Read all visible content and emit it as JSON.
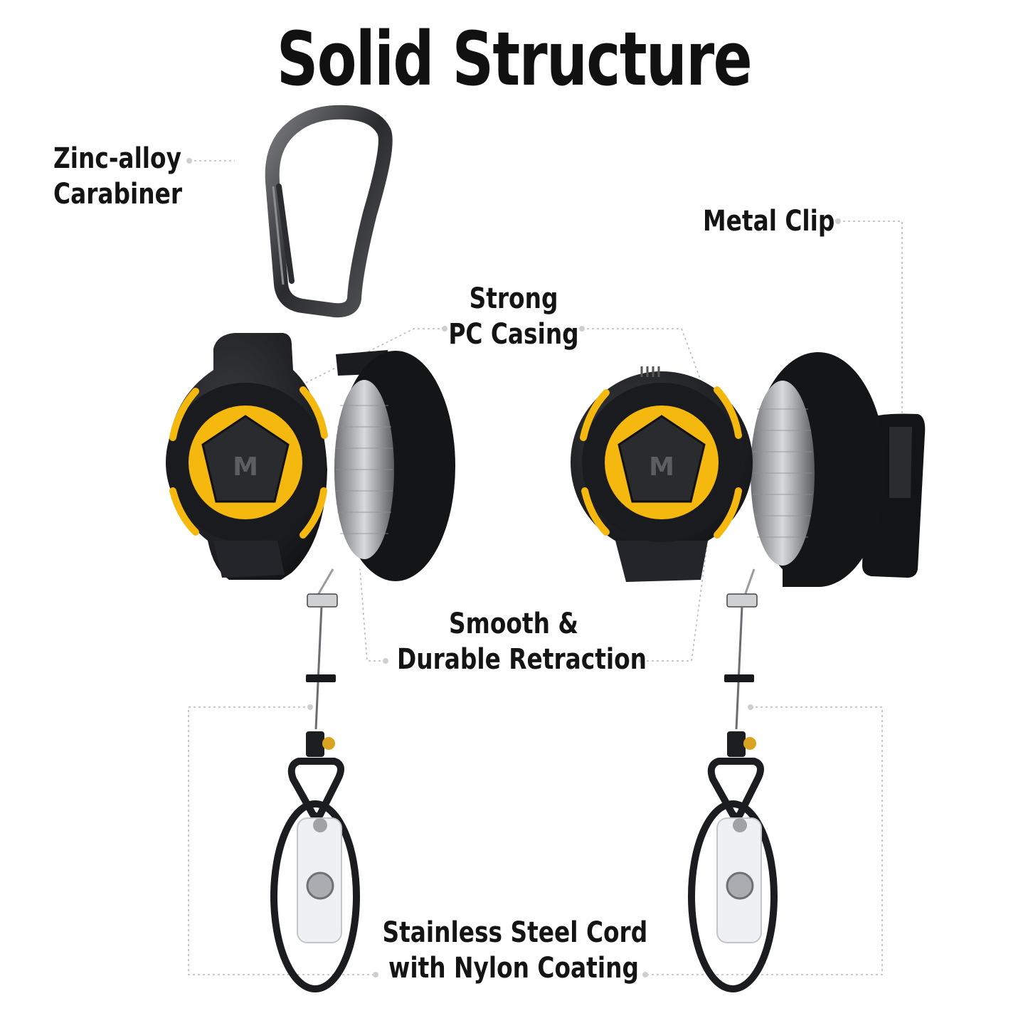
{
  "title": "Solid Structure",
  "labels": {
    "carabiner": {
      "line1": "Zinc-alloy",
      "line2": "Carabiner"
    },
    "metal_clip": "Metal Clip",
    "casing": {
      "line1": "Strong",
      "line2": "PC Casing"
    },
    "retraction": {
      "line1": "Smooth &",
      "line2": "Durable Retraction"
    },
    "cord": {
      "line1": "Stainless Steel Cord",
      "line2": "with Nylon Coating"
    }
  },
  "colors": {
    "accent_yellow": "#F5B80F",
    "body_black": "#1c1d20",
    "guide_gray": "#b9b9b9"
  },
  "icons": [
    "carabiner-icon",
    "badge-reel-icon",
    "metal-clip-icon",
    "key-ring-icon",
    "badge-strap-icon"
  ]
}
